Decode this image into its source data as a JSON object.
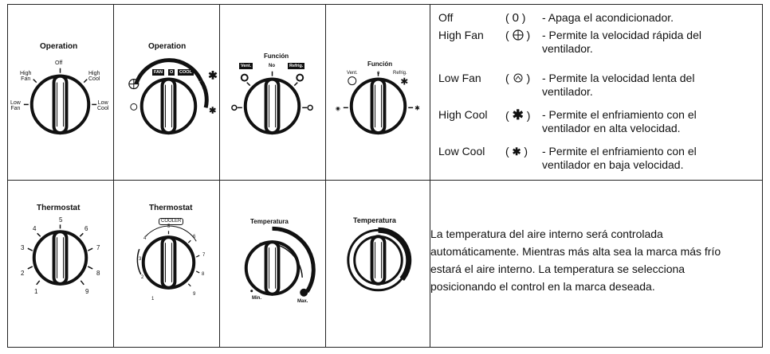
{
  "dials": {
    "op1": {
      "title": "Operation",
      "labels": {
        "off": "Off",
        "high_fan": "High\nFan",
        "high_cool": "High\nCool",
        "low_fan": "Low\nFan",
        "low_cool": "Low\nCool"
      }
    },
    "op2": {
      "title": "Operation",
      "tags": {
        "fan": "FAN",
        "off": "O",
        "cool": "COOL"
      }
    },
    "func1": {
      "title": "Función",
      "tags": {
        "vent": "Vent.",
        "no": "No",
        "refrig": "Refrig."
      }
    },
    "func2": {
      "title": "Función",
      "labels": {
        "vent": "Vent.",
        "o": "o",
        "refrig": "Refrig."
      }
    },
    "thermo1": {
      "title": "Thermostat",
      "ticks": [
        "1",
        "2",
        "3",
        "4",
        "5",
        "6",
        "7",
        "8",
        "9"
      ]
    },
    "thermo2": {
      "title": "Thermostat",
      "tag": "COOLER",
      "ticks": [
        "1",
        "2",
        "3",
        "4",
        "5",
        "6",
        "7",
        "8",
        "9"
      ]
    },
    "temp1": {
      "title": "Temperatura",
      "min": "Min.",
      "max": "Max."
    },
    "temp2": {
      "title": "Temperatura"
    }
  },
  "legend": [
    {
      "name": "Off",
      "symbol": "( 0 )",
      "icon": "off-zero-icon",
      "desc": "- Apaga el acondicionador."
    },
    {
      "name": "High Fan",
      "symbol": "(   )",
      "icon": "high-fan-icon",
      "desc": "- Permite la velocidad rápida del ventilador."
    },
    {
      "name": "Low Fan",
      "symbol": "(   )",
      "icon": "low-fan-icon",
      "desc": "- Permite la velocidad lenta del ventilador."
    },
    {
      "name": "High Cool",
      "symbol": "(   )",
      "icon": "high-cool-snowflake-icon",
      "desc": "- Permite el enfriamiento con el ventilador en alta velocidad."
    },
    {
      "name": "Low Cool",
      "symbol": "(   )",
      "icon": "low-cool-snowflake-icon",
      "desc": "- Permite el enfriamiento con el ventilador en baja velocidad."
    }
  ],
  "thermostat_text": "La temperatura del aire interno será controlada automáticamente. Mientras más alta sea la marca más frío estará el aire interno. La temperatura se selecciona  posicionando el control en la marca deseada."
}
